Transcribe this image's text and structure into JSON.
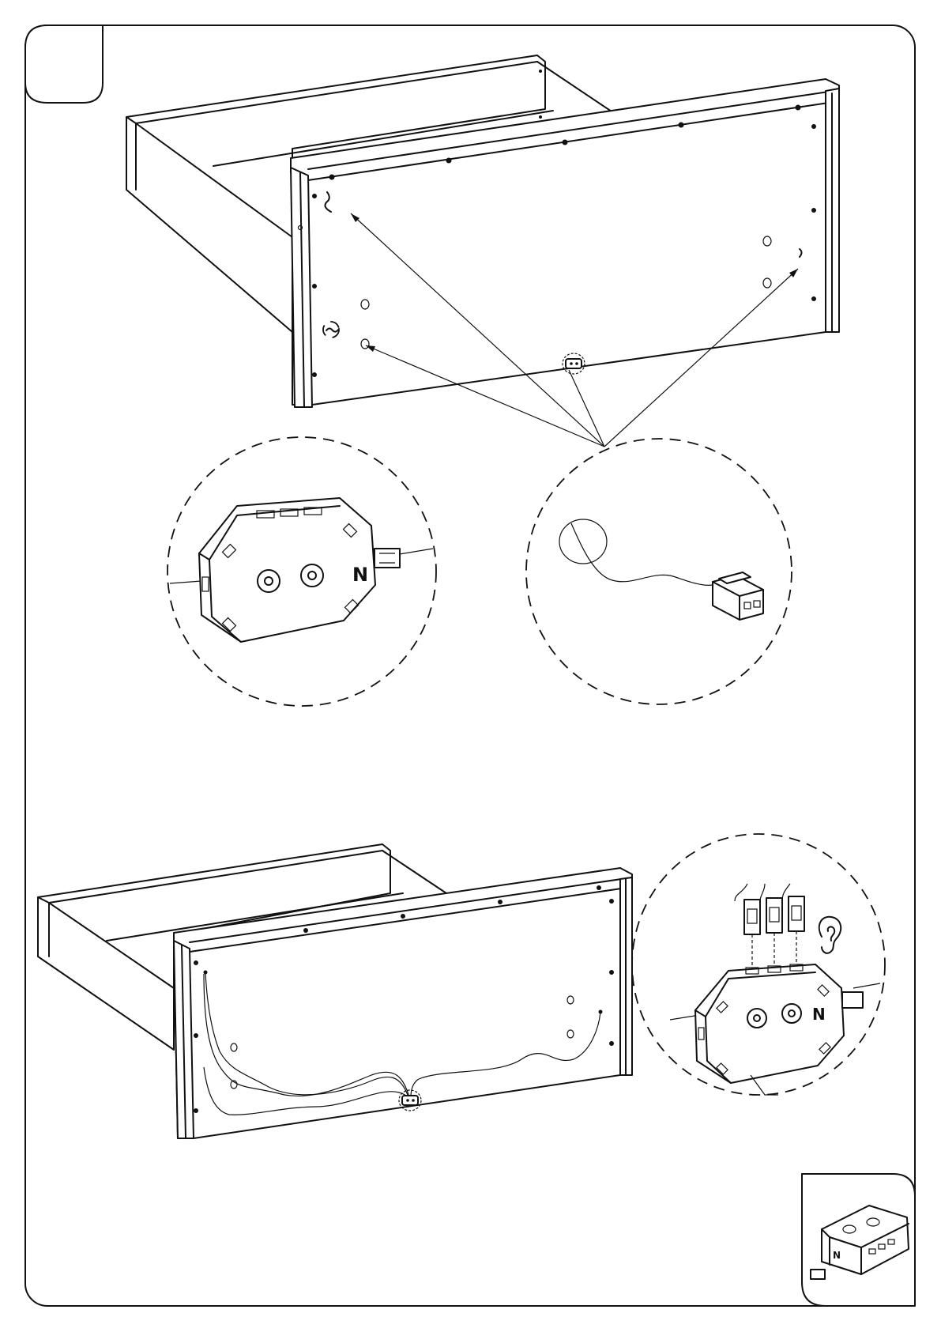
{
  "page": {
    "kind": "assembly-instruction-sheet",
    "step_number": "",
    "ink_color": "#111111",
    "paper_color": "#ffffff"
  },
  "panels": [
    {
      "name": "drawer-step-top",
      "content": "drawer-with-front-panel-and-connection-points"
    },
    {
      "name": "detail-junction-box",
      "content": "junction-box"
    },
    {
      "name": "detail-cable-connector",
      "content": "cable-connector"
    },
    {
      "name": "drawer-step-bottom",
      "content": "drawer-with-routed-cables"
    },
    {
      "name": "detail-box-with-three-connectors",
      "content": "junction-box-with-3-plugs"
    },
    {
      "name": "corner-thumbnail",
      "content": "junction-box-iso-view"
    }
  ],
  "icons": [
    "ear-icon",
    "polarity-mark-icon",
    "arrow-icon"
  ],
  "labels": {
    "polarity_mark": "N",
    "click_hint": "?"
  }
}
